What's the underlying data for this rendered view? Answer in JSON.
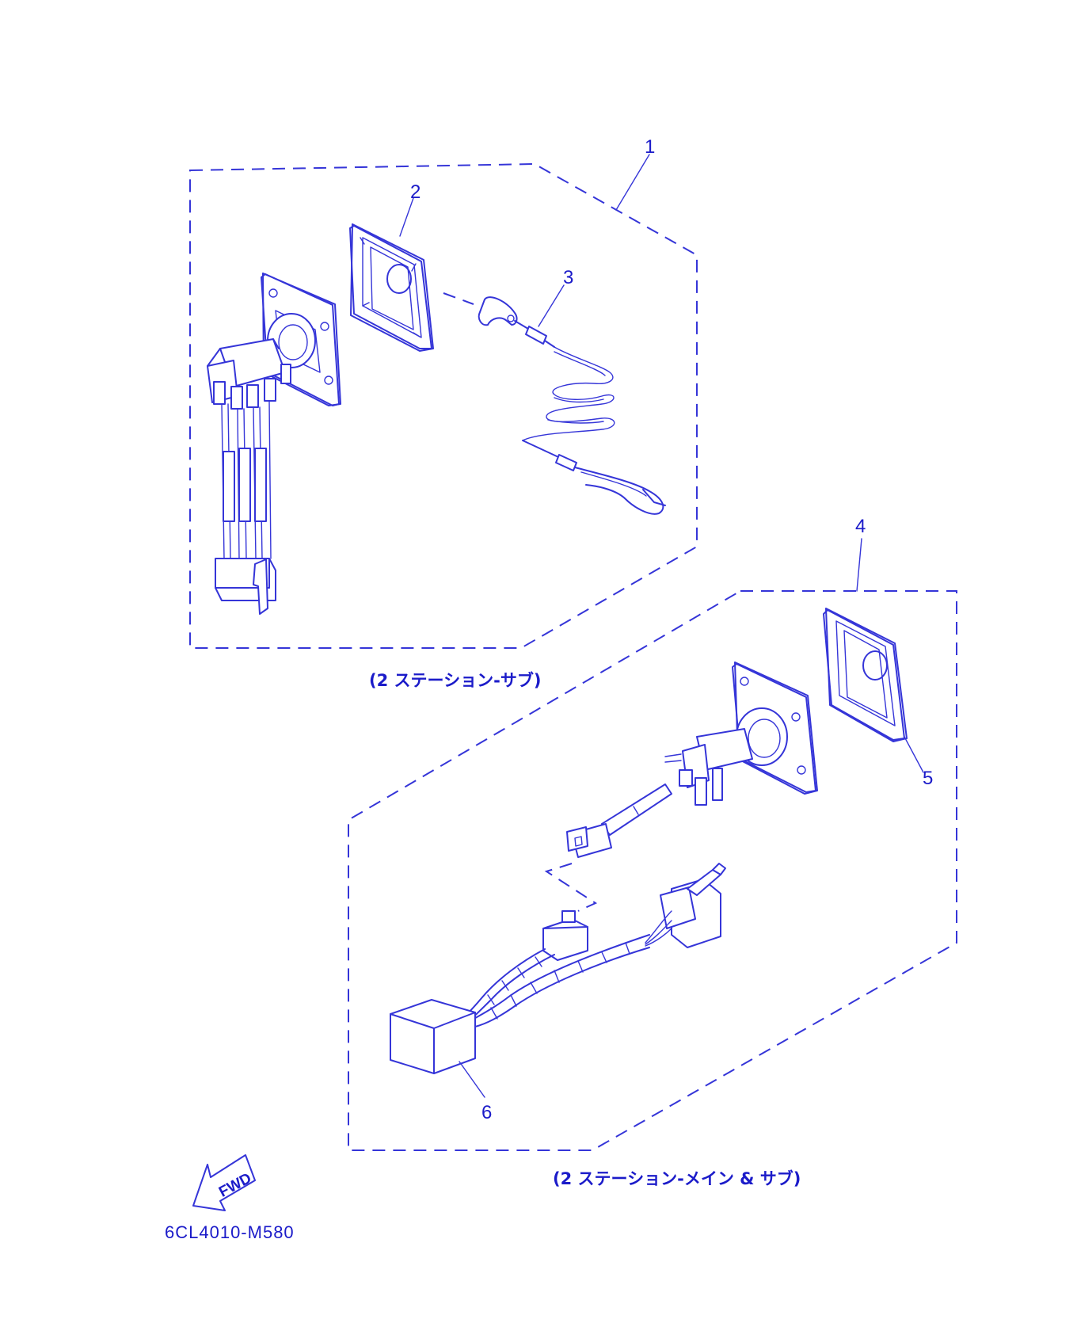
{
  "callouts": [
    "1",
    "2",
    "3",
    "4",
    "5",
    "6"
  ],
  "captions": {
    "sub_station": "(2 ステーション-サブ)",
    "main_sub_station": "(2 ステーション-メイン & サブ)"
  },
  "fwd_label": "FWD",
  "drawing_code": "6CL4010-M580",
  "colors": {
    "line": "#3535d8",
    "text": "#1b1bc9"
  }
}
